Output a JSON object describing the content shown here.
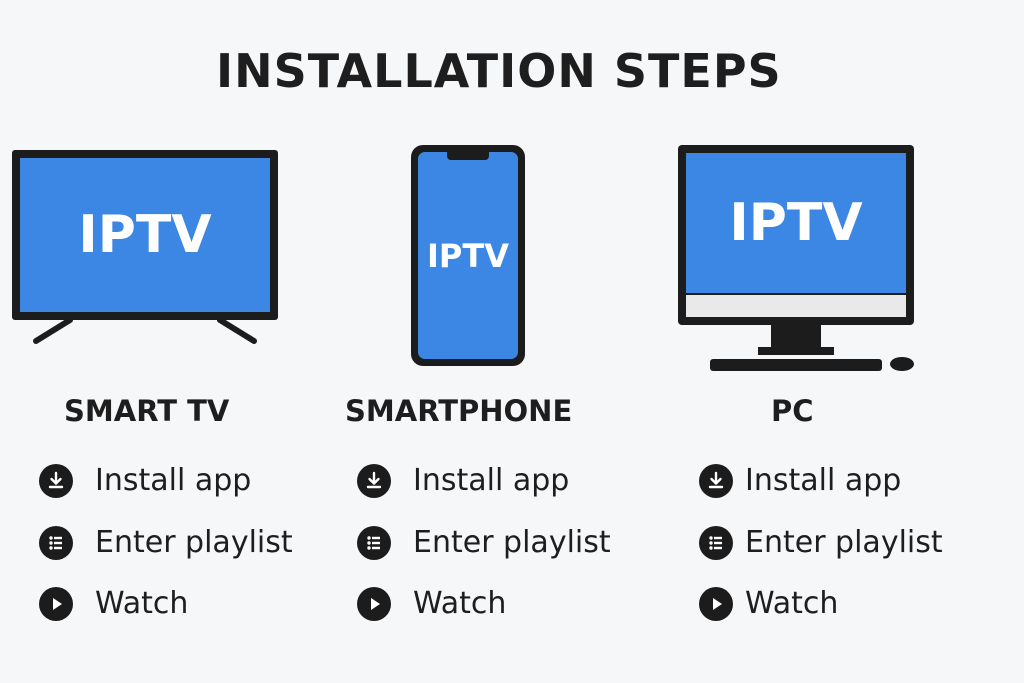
{
  "title": "INSTALLATION STEPS",
  "colors": {
    "screen_blue": "#3d87e4",
    "dark": "#1c1c1c",
    "background": "#f6f7f9"
  },
  "devices": [
    {
      "screen_text": "IPTV",
      "label": "SMART TV",
      "icon": "smart-tv-icon",
      "steps": [
        {
          "icon": "download-icon",
          "label": "Install app"
        },
        {
          "icon": "list-icon",
          "label": "Enter playlist"
        },
        {
          "icon": "play-icon",
          "label": "Watch"
        }
      ]
    },
    {
      "screen_text": "IPTV",
      "label": "SMARTPHONE",
      "icon": "smartphone-icon",
      "steps": [
        {
          "icon": "download-icon",
          "label": "Install app"
        },
        {
          "icon": "list-icon",
          "label": "Enter playlist"
        },
        {
          "icon": "play-icon",
          "label": "Watch"
        }
      ]
    },
    {
      "screen_text": "IPTV",
      "label": "PC",
      "icon": "pc-monitor-icon",
      "steps": [
        {
          "icon": "download-icon",
          "label": "Install app"
        },
        {
          "icon": "list-icon",
          "label": "Enter playlist"
        },
        {
          "icon": "play-icon",
          "label": "Watch"
        }
      ]
    }
  ]
}
